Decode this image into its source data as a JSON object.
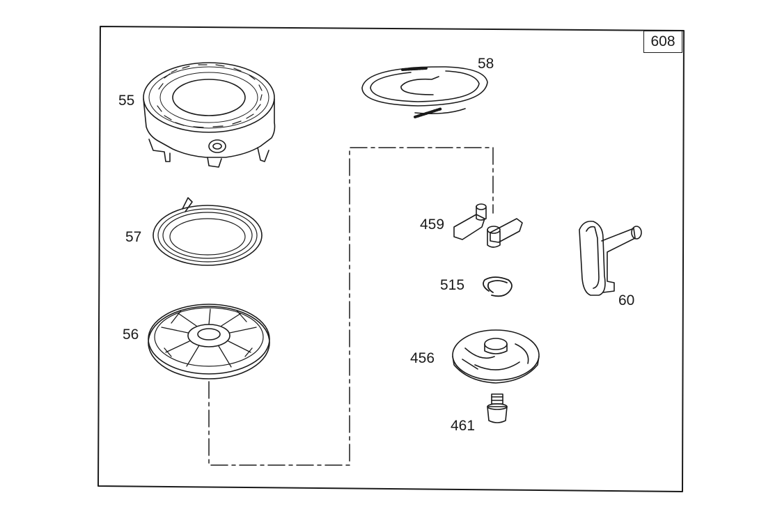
{
  "page_number": "608",
  "parts": [
    {
      "number": "55"
    },
    {
      "number": "57"
    },
    {
      "number": "56"
    },
    {
      "number": "58"
    },
    {
      "number": "459"
    },
    {
      "number": "515"
    },
    {
      "number": "456"
    },
    {
      "number": "461"
    },
    {
      "number": "60"
    }
  ]
}
